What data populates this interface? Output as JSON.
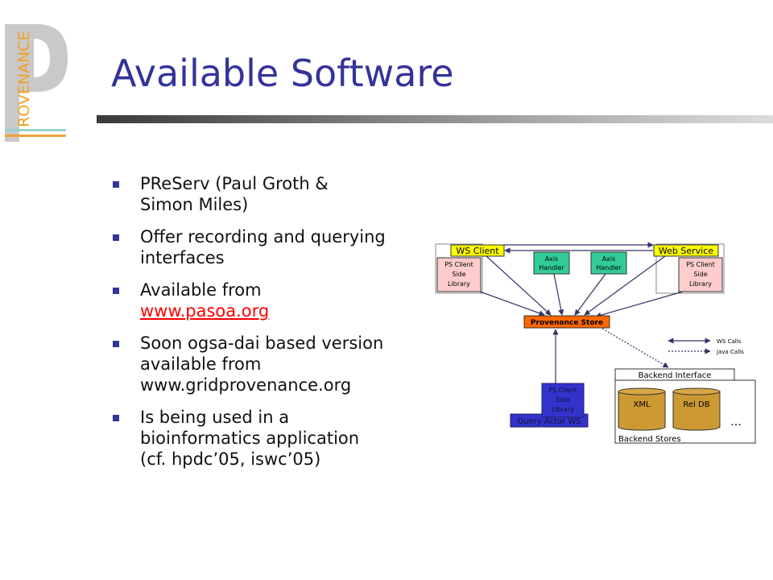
{
  "logo": {
    "text": "ROVENANCE",
    "colors": {
      "gray": "#c8c8c8",
      "orange": "#f0a040",
      "teal": "#9ad0d0",
      "text": "#f4a020"
    }
  },
  "slide": {
    "title": "Available Software",
    "bullets": [
      {
        "lines": [
          "PReServ (Paul Groth &",
          "Simon Miles)"
        ]
      },
      {
        "lines": [
          "Offer recording and querying",
          "interfaces"
        ]
      },
      {
        "lines": [
          "Available from"
        ],
        "link": "www.pasoa.org"
      },
      {
        "lines": [
          "Soon ogsa-dai based version",
          "available from",
          "www.gridprovenance.org"
        ]
      },
      {
        "lines": [
          "Is being used in a",
          "bioinformatics application",
          "(cf. hpdc’05, iswc’05)"
        ]
      }
    ]
  },
  "diagram": {
    "ws_client": "WS Client",
    "web_service": "Web Service",
    "ps_client_left": [
      "PS Client",
      "Side",
      "Library"
    ],
    "ps_client_right": [
      "PS Client",
      "Side",
      "Library"
    ],
    "axis_handler_1": [
      "Axis",
      "Handler"
    ],
    "axis_handler_2": [
      "Axis",
      "Handler"
    ],
    "provenance_store": "Provenance Store",
    "legend_ws_calls": "WS Calls",
    "legend_java_calls": "Java Calls",
    "backend_interface": "Backend Interface",
    "store_xml": "XML",
    "store_reldb": "Rel DB",
    "store_ellipsis": "…",
    "backend_stores": "Backend Stores",
    "ps_client_bottom": [
      "PS Client",
      "Side",
      "Library"
    ],
    "query_actor": "Query Actor WS",
    "colors": {
      "yellow": "#ffff00",
      "green": "#33cc99",
      "pink": "#ffcccc",
      "orange": "#ff6600",
      "blue": "#3333cc",
      "store": "#cc9933",
      "arrow": "#333366"
    }
  }
}
